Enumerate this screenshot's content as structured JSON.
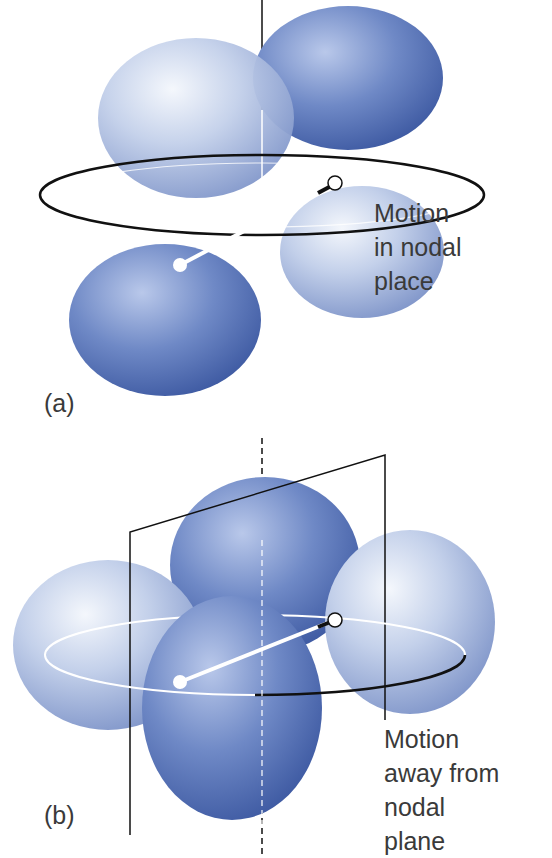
{
  "diagram": {
    "labels": [
      "Motion in nodal place",
      "(a)",
      "(b)",
      "Motion away from nodal plane"
    ]
  }
}
